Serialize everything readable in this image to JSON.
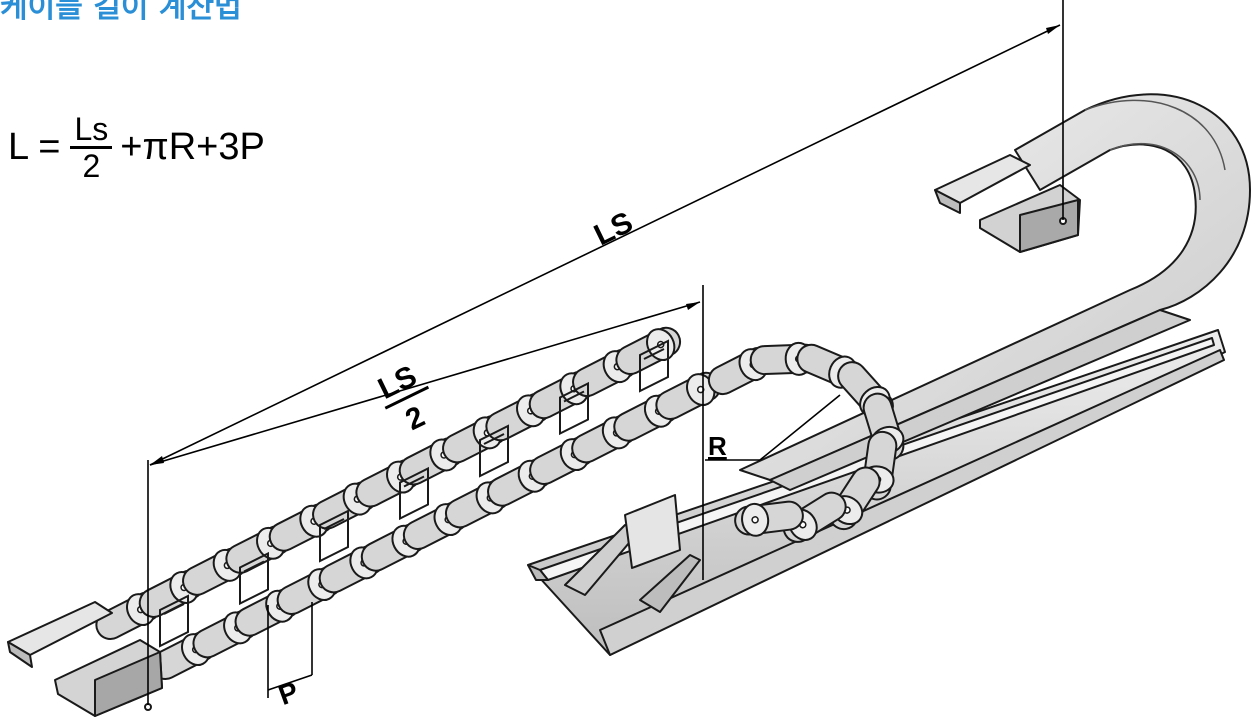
{
  "heading": "케이블 길이 계산법",
  "formula": {
    "lhs": "L =",
    "numerator": "Ls",
    "denominator": "2",
    "rhs": "+πR+3P"
  },
  "dimensions": {
    "ls": "LS",
    "half_numerator": "LS",
    "half_denominator": "2",
    "radius": "R",
    "pitch": "P"
  },
  "colors": {
    "heading": "#2a8fd6",
    "chain_fill": "#d6d6d6",
    "chain_light": "#ececec",
    "outline": "#1a1a1a"
  }
}
